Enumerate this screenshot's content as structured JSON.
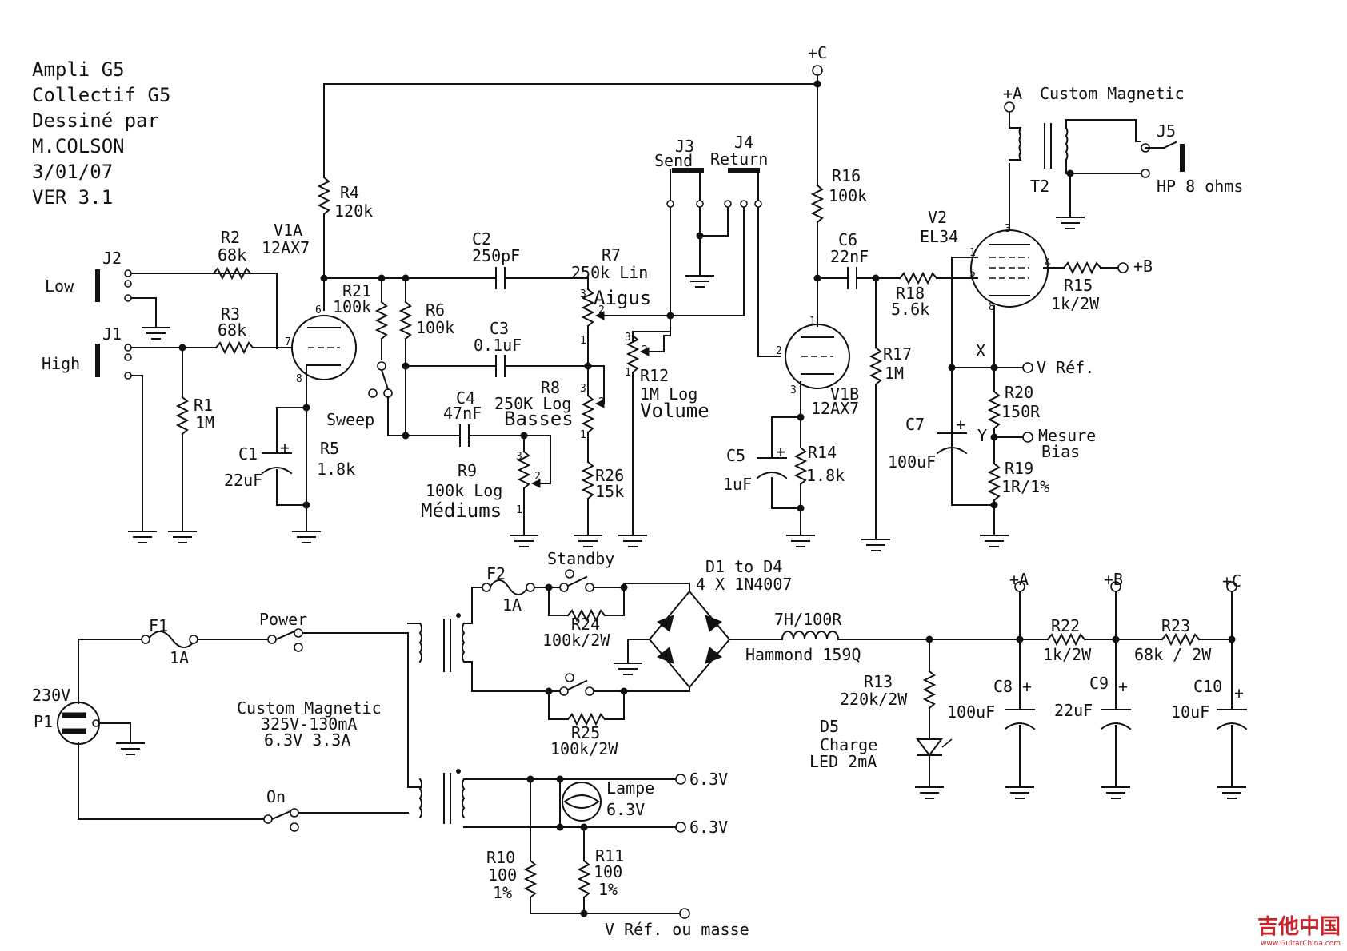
{
  "title_block": [
    "Ampli G5",
    "Collectif G5",
    "Dessiné par",
    "M.COLSON",
    "3/01/07",
    "VER 3.1"
  ],
  "rails": {
    "a": "+A",
    "b": "+B",
    "c": "+C"
  },
  "components": {
    "J1": "J1",
    "J2": "J2",
    "J3": "J3",
    "J4": "J4",
    "J5": "J5",
    "j3_label": "Send",
    "j4_label": "Return",
    "j5_label": "HP 8 ohms",
    "low": "Low",
    "high": "High",
    "R1": "R1",
    "R1v": "1M",
    "R2": "R2",
    "R2v": "68k",
    "R3": "R3",
    "R3v": "68k",
    "R4": "R4",
    "R4v": "120k",
    "R5": "R5",
    "R5v": "1.8k",
    "R6": "R6",
    "R6v": "100k",
    "R7": "R7",
    "R7v": "250k Lin",
    "R7n": "Aigus",
    "R8": "R8",
    "R8v": "250K Log",
    "R8n": "Basses",
    "R9": "R9",
    "R9v": "100k Log",
    "R9n": "Médiums",
    "R12": "R12",
    "R12v": "1M Log",
    "R12n": "Volume",
    "R14": "R14",
    "R14v": "1.8k",
    "R15": "R15",
    "R15v": "1k/2W",
    "R16": "R16",
    "R16v": "100k",
    "R17": "R17",
    "R17v": "1M",
    "R18": "R18",
    "R18v": "5.6k",
    "R19": "R19",
    "R19v": "1R/1%",
    "R20": "R20",
    "R20v": "150R",
    "R21": "R21",
    "R21v": "100k",
    "R26": "R26",
    "R26v": "15k",
    "C1": "C1",
    "C1v": "22uF",
    "C2": "C2",
    "C2v": "250pF",
    "C3": "C3",
    "C3v": "0.1uF",
    "C4": "C4",
    "C4v": "47nF",
    "C5": "C5",
    "C5v": "1uF",
    "C6": "C6",
    "C6v": "22nF",
    "C7": "C7",
    "C7v": "100uF",
    "V1A": "V1A",
    "V1Av": "12AX7",
    "V1B": "V1B",
    "V1Bv": "12AX7",
    "V2": "V2",
    "V2v": "EL34",
    "T2": "T2",
    "custom_mag": "Custom Magnetic",
    "sweep": "Sweep",
    "vref": "V Réf.",
    "mesure": "Mesure",
    "bias": "Bias",
    "X": "X",
    "Y": "Y"
  },
  "power": {
    "P1": "P1",
    "P1v": "230V",
    "F1": "F1",
    "F1v": "1A",
    "F2": "F2",
    "F2v": "1A",
    "power_sw": "Power",
    "on_sw": "On",
    "standby": "Standby",
    "pt1": "Custom Magnetic",
    "pt2": "325V-130mA",
    "pt3": "6.3V 3.3A",
    "R24": "R24",
    "R24v": "100k/2W",
    "R25": "R25",
    "R25v": "100k/2W",
    "D1": "D1 to D4",
    "D1v": "4 X 1N4007",
    "L1": "7H/100R",
    "L1v": "Hammond 159Q",
    "R13": "R13",
    "R13v": "220k/2W",
    "D5": "D5",
    "D5a": "Charge",
    "D5b": "LED 2mA",
    "C8": "C8",
    "C8v": "100uF",
    "C9": "C9",
    "C9v": "22uF",
    "C10": "C10",
    "C10v": "10uF",
    "R22": "R22",
    "R22v": "1k/2W",
    "R23": "R23",
    "R23v": "68k / 2W",
    "lampe": "Lampe",
    "lampev": "6.3V",
    "h1": "6.3V",
    "h2": "6.3V",
    "R10": "R10",
    "R10v": "100",
    "R10t": "1%",
    "R11": "R11",
    "R11v": "100",
    "R11t": "1%",
    "vref_masse": "V Réf. ou masse"
  },
  "watermark": {
    "cn": "吉他中国",
    "url": "www.GuitarChina.com"
  }
}
